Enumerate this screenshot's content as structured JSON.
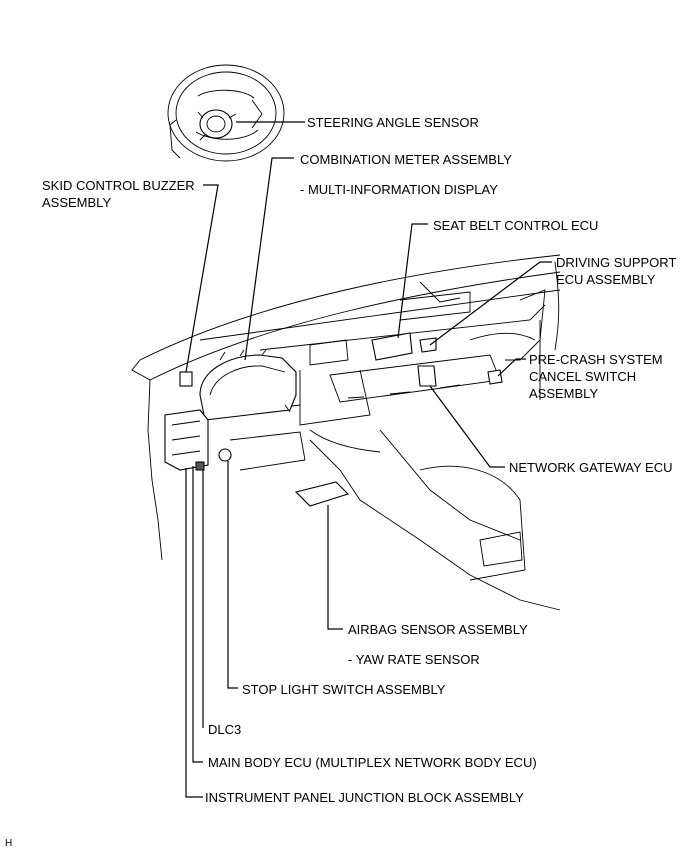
{
  "labels": {
    "steering_angle_sensor": "STEERING ANGLE SENSOR",
    "combination_meter": "COMBINATION METER ASSEMBLY",
    "multi_info_display": "- MULTI-INFORMATION DISPLAY",
    "skid_buzzer_line1": "SKID CONTROL BUZZER",
    "skid_buzzer_line2": "ASSEMBLY",
    "seat_belt_ecu": "SEAT BELT CONTROL ECU",
    "driving_support_line1": "DRIVING SUPPORT",
    "driving_support_line2": "ECU ASSEMBLY",
    "pre_crash_line1": "PRE-CRASH SYSTEM",
    "pre_crash_line2": "CANCEL SWITCH",
    "pre_crash_line3": "ASSEMBLY",
    "network_gateway_ecu": "NETWORK GATEWAY ECU",
    "airbag_sensor": "AIRBAG SENSOR ASSEMBLY",
    "yaw_rate_sensor": "- YAW RATE SENSOR",
    "stop_light_switch": "STOP LIGHT SWITCH ASSEMBLY",
    "dlc3": "DLC3",
    "main_body_ecu": "MAIN BODY ECU (MULTIPLEX NETWORK BODY ECU)",
    "ip_junction_block": "INSTRUMENT PANEL JUNCTION BLOCK ASSEMBLY"
  },
  "footer": {
    "code": "H"
  }
}
